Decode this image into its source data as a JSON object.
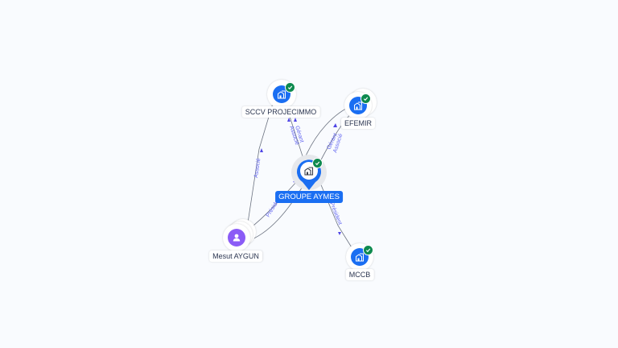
{
  "colors": {
    "company": "#1a6ef2",
    "person": "#8b5cf6",
    "verified": "#0e8a4f",
    "edge": "#6b7280",
    "edge_label": "#6366f1",
    "background": "#f9fbfe"
  },
  "nodes": {
    "sccv": {
      "label": "SCCV PROJECIMMO",
      "type": "company",
      "icon": "building-icon",
      "verified": true
    },
    "efemir": {
      "label": "EFEMIR",
      "type": "company",
      "icon": "building-icon",
      "verified": true
    },
    "groupe": {
      "label": "GROUPE AYMES",
      "type": "company",
      "icon": "building-icon",
      "verified": true,
      "selected": true
    },
    "mesut": {
      "label": "Mesut AYGUN",
      "type": "person",
      "icon": "person-icon",
      "verified": false
    },
    "mccb": {
      "label": "MCCB",
      "type": "company",
      "icon": "building-icon",
      "verified": true
    }
  },
  "edges": [
    {
      "from": "groupe",
      "to": "sccv",
      "labels": [
        "Gérant",
        "Associé"
      ]
    },
    {
      "from": "groupe",
      "to": "efemir",
      "labels": [
        "Gérant",
        "Associé"
      ]
    },
    {
      "from": "mesut",
      "to": "sccv",
      "labels": [
        "Associé"
      ]
    },
    {
      "from": "mesut",
      "to": "groupe",
      "labels": [
        "Président"
      ]
    },
    {
      "from": "groupe",
      "to": "mccb",
      "labels": [
        "Président"
      ]
    }
  ],
  "edge_text": {
    "sccv_gerant": "Gérant",
    "sccv_associe": "Associé",
    "efemir_gerant": "Gérant",
    "efemir_associe": "Associé",
    "mesut_sccv_associe": "Associé",
    "mesut_groupe_president": "Président",
    "groupe_mccb_president": "Président"
  }
}
